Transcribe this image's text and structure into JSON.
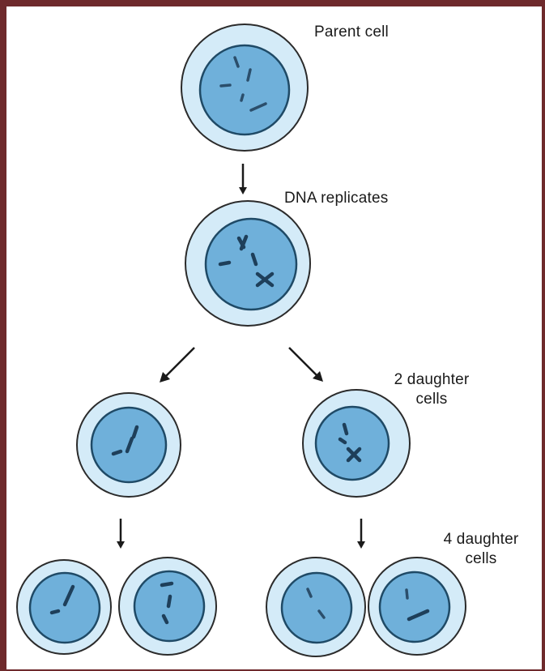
{
  "labels": {
    "parent": "Parent cell",
    "replicates": "DNA replicates",
    "two_daughter_line1": "2 daughter",
    "two_daughter_line2": "cells",
    "four_daughter_line1": "4 daughter",
    "four_daughter_line2": "cells"
  },
  "colors": {
    "background": "#6e2a2c",
    "cytoplasm": "#d4ebf8",
    "nucleus": "#6fb0da",
    "chromosome": "#1e3f5a"
  }
}
